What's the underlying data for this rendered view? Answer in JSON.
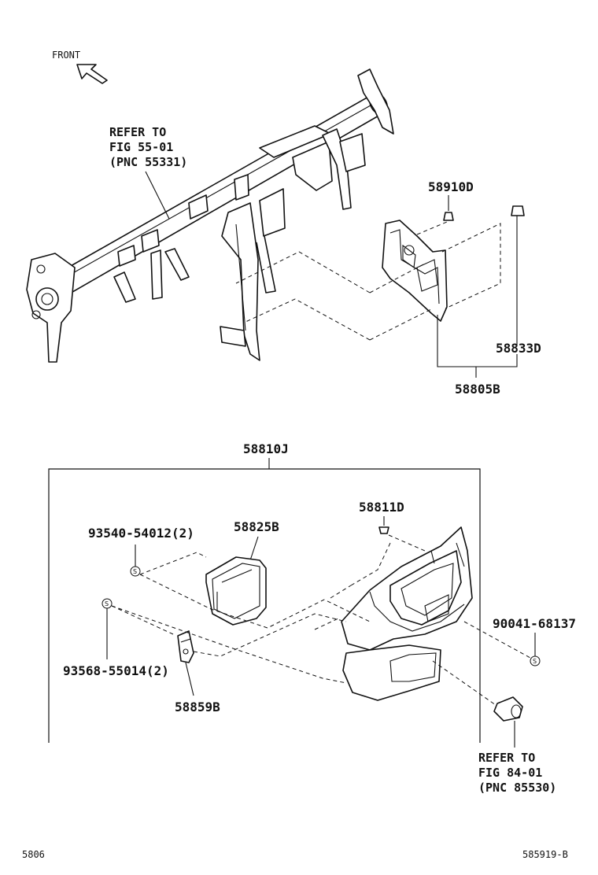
{
  "diagram": {
    "front_label": "FRONT",
    "refer_upper": [
      "REFER TO",
      "FIG 55-01",
      "(PNC 55331)"
    ],
    "refer_lower": [
      "REFER TO",
      "FIG 84-01",
      "(PNC 85530)"
    ],
    "parts": {
      "p58910D": "58910D",
      "p58833D": "58833D",
      "p58805B": "58805B",
      "p58810J": "58810J",
      "p58811D": "58811D",
      "p58825B": "58825B",
      "p93540": "93540-54012(2)",
      "p90041": "90041-68137",
      "p93568": "93568-55014(2)",
      "p58859B": "58859B"
    },
    "std_symbol": "S",
    "footer_left": "5806",
    "footer_right": "585919-B"
  }
}
